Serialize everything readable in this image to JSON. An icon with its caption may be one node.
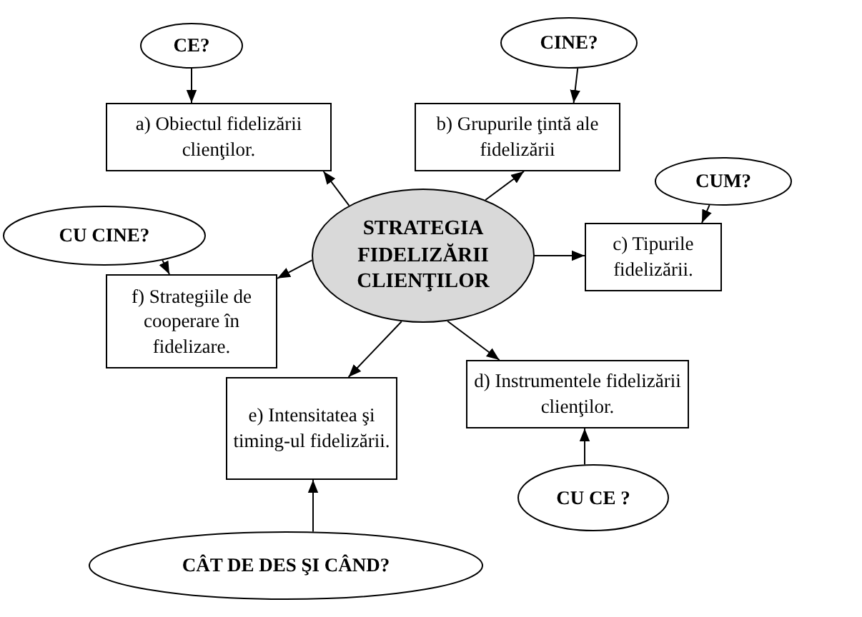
{
  "diagram": {
    "nodes": [
      {
        "text": [
          "CE?"
        ]
      },
      {
        "text": [
          "CINE?"
        ]
      },
      {
        "text": [
          "a) Obiectul fidelizării clienţilor."
        ]
      },
      {
        "text": [
          "b) Grupurile ţintă ale fidelizării"
        ]
      },
      {
        "text": [
          "CUM?"
        ]
      },
      {
        "text": [
          "STRATEGIA FIDELIZĂRII CLIENŢILOR"
        ]
      },
      {
        "text": [
          "CU CINE?"
        ]
      },
      {
        "text": [
          "c) Tipurile fidelizării."
        ]
      },
      {
        "text": [
          "f) Strategiile de cooperare în fidelizare."
        ]
      },
      {
        "text": [
          "d) Instrumentele fidelizării clienţilor."
        ]
      },
      {
        "text": [
          "e) Intensitatea şi timing-ul fidelizării."
        ]
      },
      {
        "text": [
          "CU CE ?"
        ]
      },
      {
        "text": [
          "CÂT DE DES ŞI CÂND?"
        ]
      }
    ],
    "edges": [
      {
        "from": 0,
        "to": 2,
        "arrow": "to"
      },
      {
        "from": 1,
        "to": 3,
        "arrow": "to"
      },
      {
        "from": 5,
        "to": 2,
        "arrow": "to"
      },
      {
        "from": 5,
        "to": 3,
        "arrow": "to"
      },
      {
        "from": 4,
        "to": 7,
        "arrow": "to"
      },
      {
        "from": 5,
        "to": 7,
        "arrow": "to"
      },
      {
        "from": 6,
        "to": 8,
        "arrow": "to"
      },
      {
        "from": 5,
        "to": 8,
        "arrow": "to"
      },
      {
        "from": 5,
        "to": 10,
        "arrow": "to"
      },
      {
        "from": 5,
        "to": 9,
        "arrow": "to"
      },
      {
        "from": 11,
        "to": 9,
        "arrow": "to"
      },
      {
        "from": 12,
        "to": 10,
        "arrow": "to"
      }
    ]
  }
}
